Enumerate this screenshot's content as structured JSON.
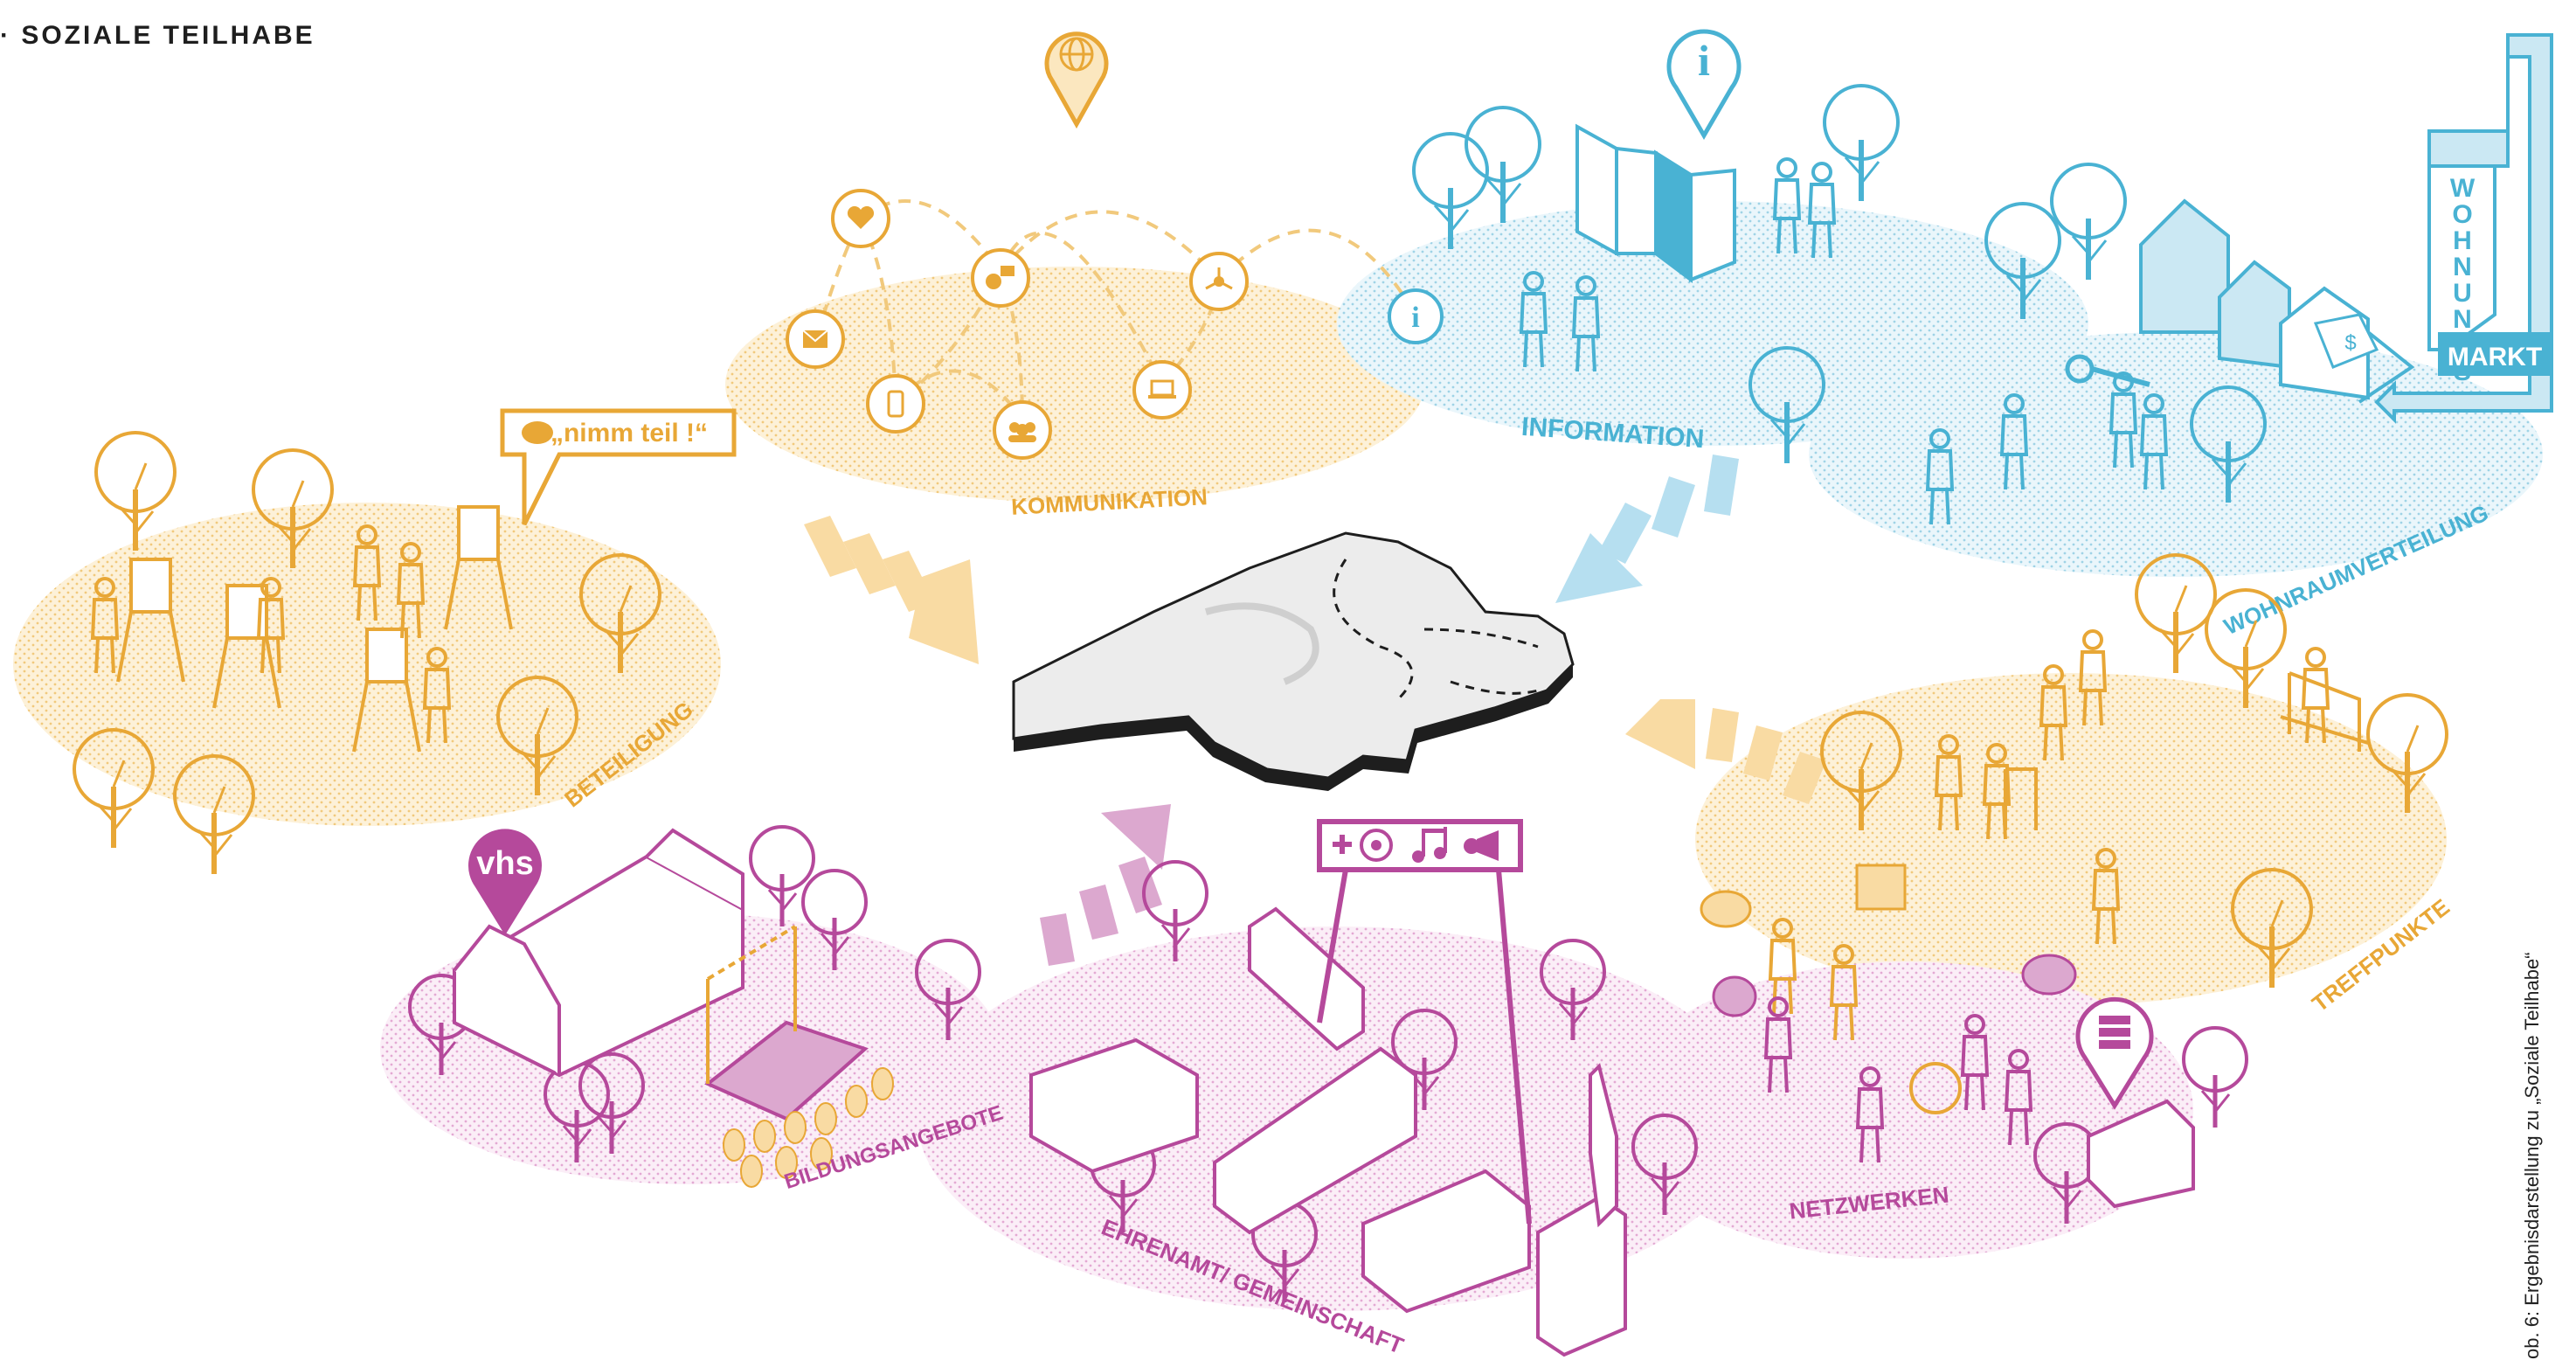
{
  "header": {
    "title": "· SOZIALE TEILHABE"
  },
  "caption": "ob. 6: Ergebnisdarstellung zu „Soziale Teilhabe“",
  "colors": {
    "orange": "#e8a736",
    "orange_light": "#fbe7bf",
    "blue": "#49b2d3",
    "blue_light": "#cbe8f3",
    "magenta": "#b5499b",
    "magenta_light": "#f0d6ea",
    "dark": "#1e1e1e"
  },
  "themes": {
    "kommunikation": {
      "label": "KOMMUNIKATION",
      "icons": [
        "heart-icon",
        "chat-bubbles-icon",
        "network-icon",
        "mail-icon",
        "phone-icon",
        "group-icon",
        "laptop-icon",
        "info-icon",
        "globe-pin-icon"
      ]
    },
    "information": {
      "label": "INFORMATION",
      "icons": [
        "info-pin-icon",
        "info-icon",
        "board-icon",
        "tree-icon",
        "person-icon"
      ]
    },
    "wohnraum": {
      "label": "WOHNRAUMVERTEILUNG",
      "sign_vertical": "WOHNUNGS",
      "sign_bottom": "MARKT",
      "icons": [
        "house-icon",
        "key-icon",
        "price-tag-icon",
        "arrow-sign-icon"
      ]
    },
    "beteiligung": {
      "label": "BETEILIGUNG",
      "speech": "„nimm teil !“",
      "icons": [
        "easel-icon",
        "palette-icon",
        "person-icon",
        "tree-icon"
      ]
    },
    "treffpunkte": {
      "label": "TREFFPUNKTE",
      "icons": [
        "bench-icon",
        "walker-icon",
        "family-icon",
        "tree-icon"
      ]
    },
    "netzwerken": {
      "label": "NETZWERKEN",
      "icons": [
        "speech-bubble-icon",
        "wheelchair-icon",
        "books-pin-icon",
        "building-icon"
      ]
    },
    "bildung": {
      "label": "BILDUNGSANGEBOTE",
      "pin": "vhs",
      "icons": [
        "school-building-icon",
        "stage-icon",
        "crowd-icon",
        "tree-icon"
      ]
    },
    "ehrenamt": {
      "label": "EHRENAMT/ GEMEINSCHAFT",
      "icons": [
        "plus-icon",
        "football-icon",
        "music-note-icon",
        "megaphone-icon",
        "apartment-block-icon"
      ]
    }
  }
}
